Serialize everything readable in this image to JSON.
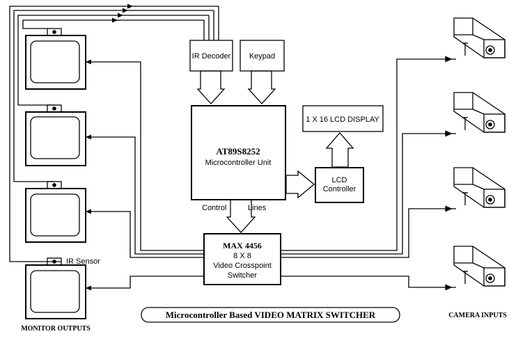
{
  "blocks": {
    "ir_decoder": "IR Decoder",
    "keypad": "Keypad",
    "mcu_name": "AT89S8252",
    "mcu_sub": "Microcontroller Unit",
    "lcd_display": "1 X 16 LCD DISPLAY",
    "lcd_controller_l1": "LCD",
    "lcd_controller_l2": "Controller",
    "control_label": "Control",
    "lines_label": "Lines",
    "switch_name": "MAX  4456",
    "switch_size": "8 X 8",
    "switch_sub1": "Video Crosspoint",
    "switch_sub2": "Switcher"
  },
  "labels": {
    "ir_sensor": "IR Sensor",
    "title": "Microcontroller Based VIDEO MATRIX SWITCHER",
    "monitor_outputs": "MONITOR OUTPUTS",
    "camera_inputs": "CAMERA INPUTS"
  },
  "colors": {
    "stroke": "#000000",
    "background": "#ffffff"
  }
}
